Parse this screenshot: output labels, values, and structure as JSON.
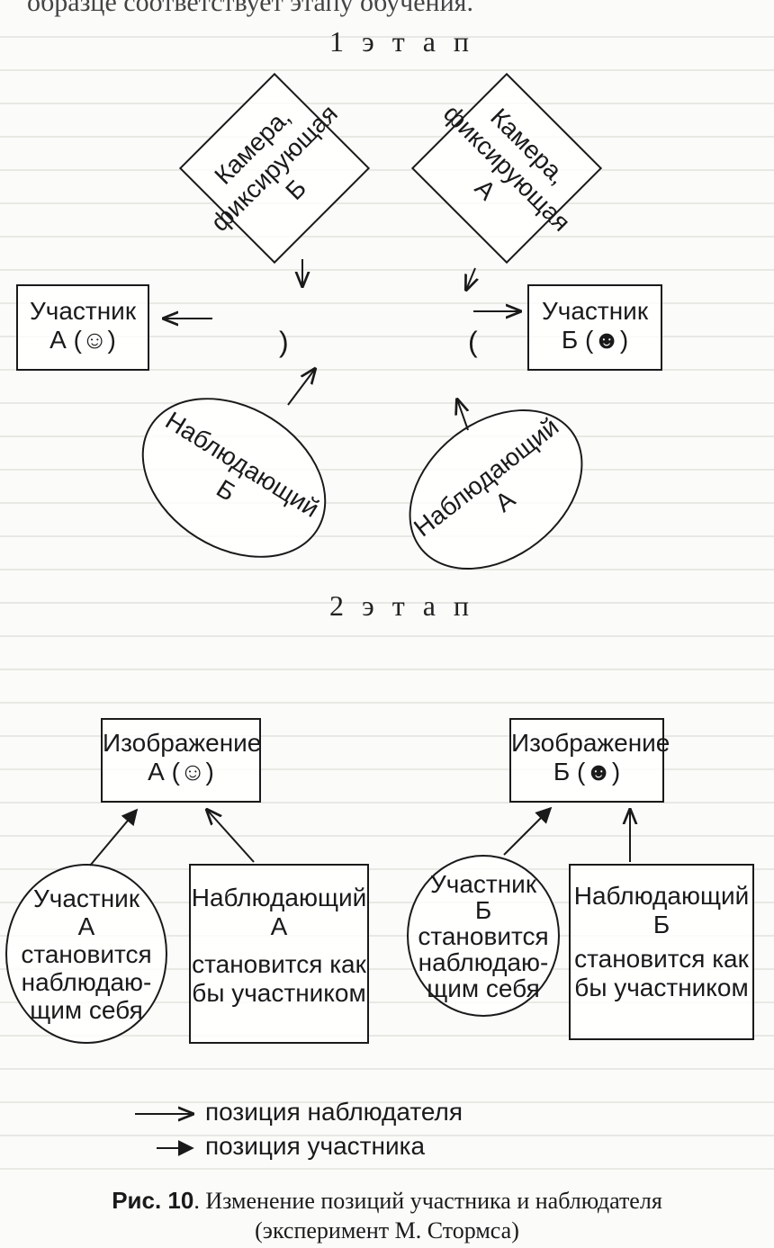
{
  "header_fragment": "образце соответствует этапу обучения.",
  "stage1": {
    "title": "1 э т а п",
    "camera_b": {
      "line1": "Камера,",
      "line2": "фиксирующая",
      "line3": "Б"
    },
    "camera_a": {
      "line1": "Камера,",
      "line2": "фиксирующая",
      "line3": "А"
    },
    "participant_a": {
      "line1": "Участник",
      "line2": "А (",
      "icon": "person-icon",
      "line2_end": ")"
    },
    "participant_b": {
      "line1": "Участник",
      "line2": "Б (",
      "icon": "person-filled-icon",
      "line2_end": ")"
    },
    "observer_b": {
      "line1": "Наблюдающий",
      "line2": "Б"
    },
    "observer_a": {
      "line1": "Наблюдающий",
      "line2": "А"
    },
    "parens_left": ")",
    "parens_right": "("
  },
  "stage2": {
    "title": "2 э т а п",
    "image_a": {
      "line1": "Изображение",
      "line2": "А (",
      "line2_end": ")"
    },
    "image_b": {
      "line1": "Изображение",
      "line2": "Б (",
      "line2_end": ")"
    },
    "participant_a": {
      "lines": [
        "Участник",
        "А",
        "становится",
        "наблюдаю-",
        "щим себя"
      ]
    },
    "observer_a": {
      "lines": [
        "Наблюдающий",
        "А",
        "становится как",
        "бы участником"
      ]
    },
    "participant_b": {
      "lines": [
        "Участник",
        "Б",
        "становится",
        "наблюдаю-",
        "щим себя"
      ]
    },
    "observer_b": {
      "lines": [
        "Наблюдающий",
        "Б",
        "становится как",
        "бы участником"
      ]
    }
  },
  "legend": {
    "observer_position": "позиция наблюдателя",
    "participant_position": "позиция участника"
  },
  "caption": {
    "label": "Рис. 10",
    "text": ". Изменение позиций участника и наблюдателя",
    "line2": "(эксперимент М. Стормса)"
  },
  "colors": {
    "ink": "#1a1a1a",
    "paper": "#fbfbf9",
    "bleed": "#d8d8d4"
  }
}
